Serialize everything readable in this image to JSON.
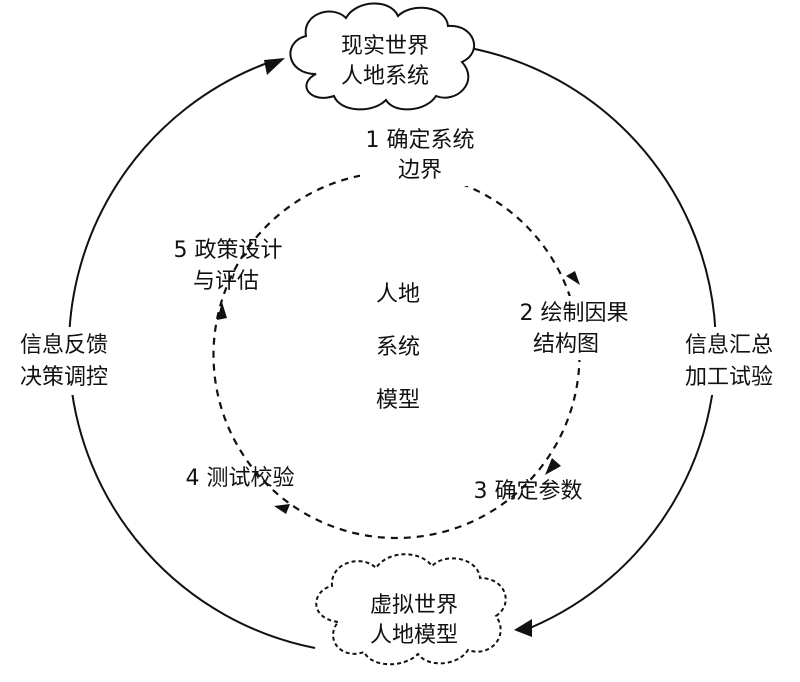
{
  "real_world": {
    "line1": "现实世界",
    "line2": "人地系统"
  },
  "virtual_world": {
    "line1": "虚拟世界",
    "line2": "人地模型"
  },
  "left_label": {
    "line1": "信息反馈",
    "line2": "决策调控"
  },
  "right_label": {
    "line1": "信息汇总",
    "line2": "加工试验"
  },
  "center": {
    "line1": "人地",
    "line2": "系统",
    "line3": "模型"
  },
  "steps": [
    {
      "line1": "1 确定系统",
      "line2": "边界"
    },
    {
      "line1": "2 绘制因果",
      "line2": "结构图"
    },
    {
      "line1": "3 确定参数"
    },
    {
      "line1": "4 测试校验"
    },
    {
      "line1": "5 政策设计",
      "line2": "与评估"
    }
  ]
}
